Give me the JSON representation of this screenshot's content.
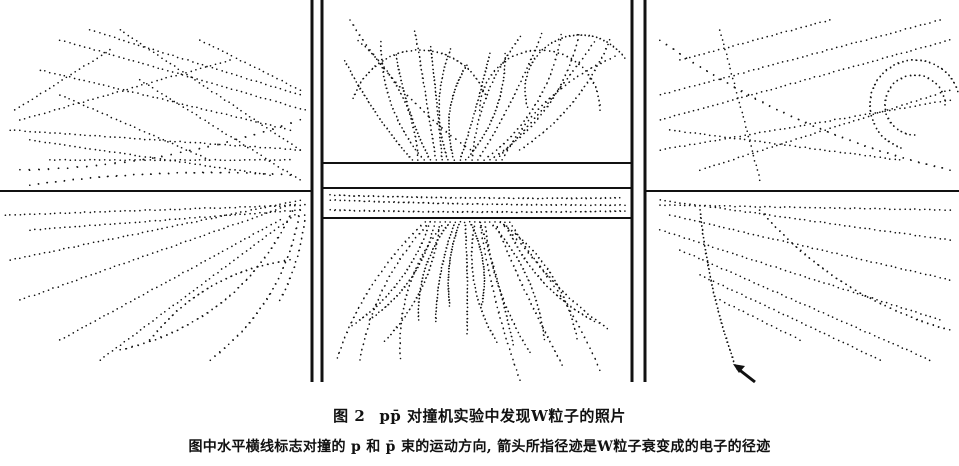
{
  "figure": {
    "label": "图 2",
    "title": "pp̄ 对撞机实验中发现W粒子的照片",
    "note": "图中水平横线标志对撞的 p 和 p̄ 束的运动方向, 箭头所指径迹是W粒子衰变成的电子的径迹"
  },
  "colors": {
    "background": "#ffffff",
    "ink": "#111111"
  },
  "panels": [
    {
      "name": "left-event-panel"
    },
    {
      "name": "center-event-panel"
    },
    {
      "name": "right-event-panel"
    }
  ]
}
